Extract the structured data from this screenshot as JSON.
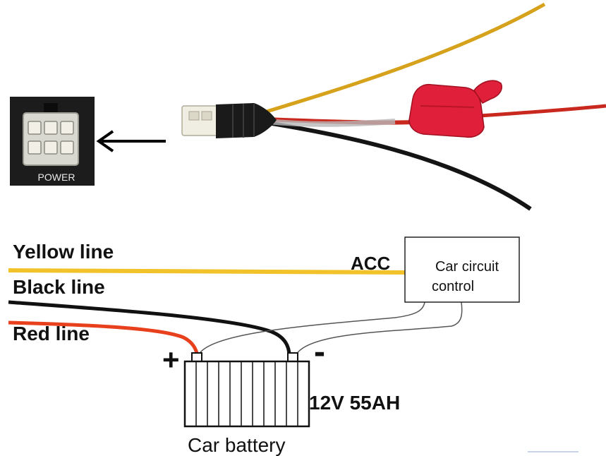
{
  "top_photo": {
    "connector_label": "POWER"
  },
  "wiring": {
    "yellow_label": "Yellow line",
    "black_label": "Black line",
    "red_label": "Red line",
    "acc_label": "ACC",
    "control_box_line1": "Car circuit",
    "control_box_line2": "control",
    "plus_sign": "+",
    "minus_sign": "-",
    "battery_spec": "12V 55AH",
    "battery_label": "Car battery"
  },
  "colors": {
    "yellow_wire": "#f2c22a",
    "black_wire": "#111111",
    "red_wire": "#e8401c",
    "fuse_holder": "#e0203a",
    "connector_panel": "#1c1c1c"
  }
}
